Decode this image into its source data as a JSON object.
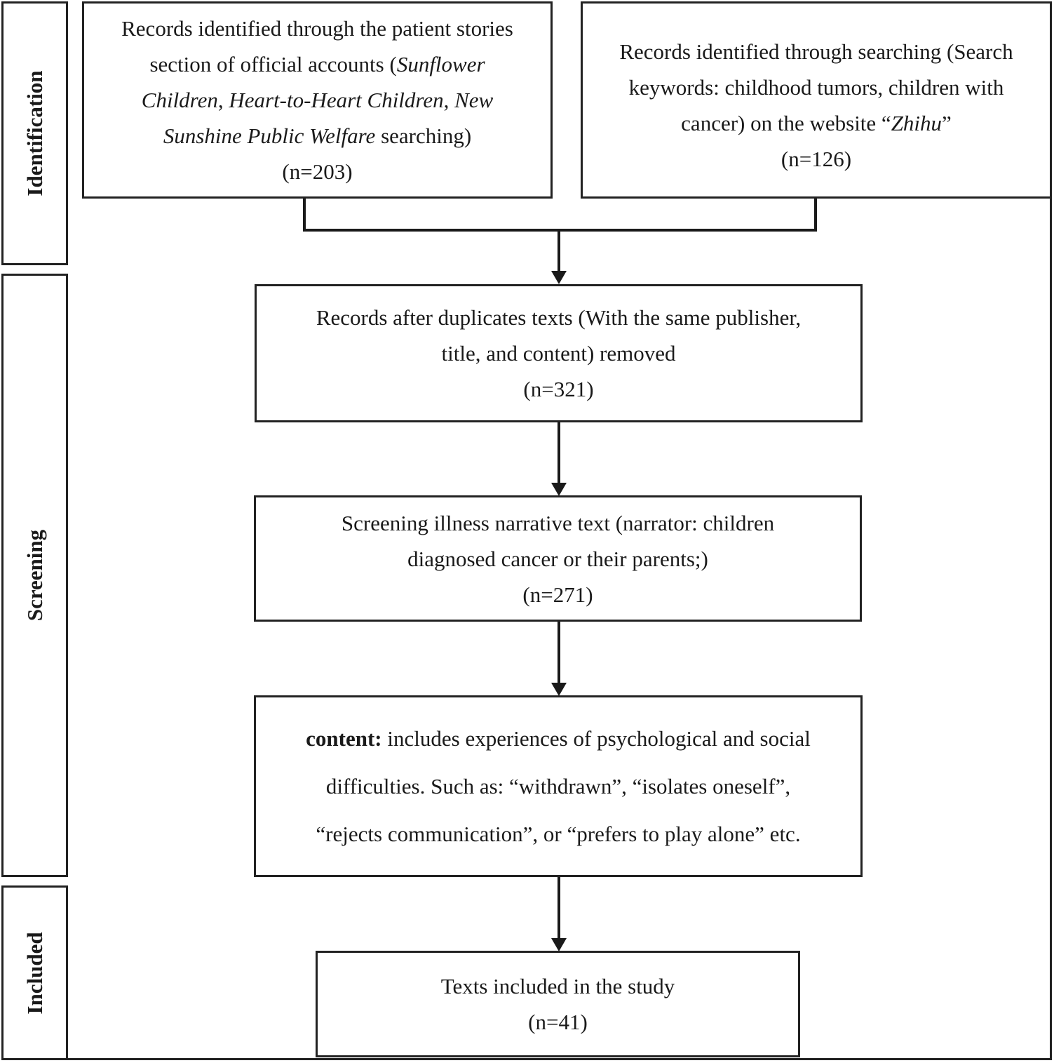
{
  "phases": {
    "identification": "Identification",
    "screening": "Screening",
    "included": "Included"
  },
  "boxes": {
    "official_accounts": {
      "line1": "Records identified through the patient stories",
      "line2_prefix": "section of official accounts (",
      "line2_italic": "Sunflower",
      "line3_italic_a": "Children",
      "line3_sep1": ", ",
      "line3_italic_b": "Heart-to-Heart Children",
      "line3_sep2": ", ",
      "line3_italic_c": "New",
      "line4_italic": "Sunshine Public Welfare",
      "line4_suffix": " searching)",
      "count": "(n=203)"
    },
    "zhihu_search": {
      "line1": "Records identified through searching (Search",
      "line2": "keywords: childhood tumors, children with",
      "line3_prefix": "cancer) on the website “",
      "line3_italic": "Zhihu",
      "line3_suffix": "”",
      "count": "(n=126)"
    },
    "duplicates_removed": {
      "line1": "Records after duplicates texts (With the same publisher,",
      "line2": "title, and content) removed",
      "count": "(n=321)"
    },
    "screening_narrative": {
      "line1": "Screening illness narrative text (narrator: children",
      "line2": "diagnosed cancer or their parents;)",
      "count": "(n=271)"
    },
    "content_criteria": {
      "bold_label": "content:",
      "line1_rest": " includes experiences of psychological and social",
      "line2": "difficulties. Such as: “withdrawn”, “isolates oneself”,",
      "line3": "“rejects communication”, or “prefers to play alone” etc."
    },
    "included_texts": {
      "line1": "Texts included in the study",
      "count": "(n=41)"
    }
  }
}
